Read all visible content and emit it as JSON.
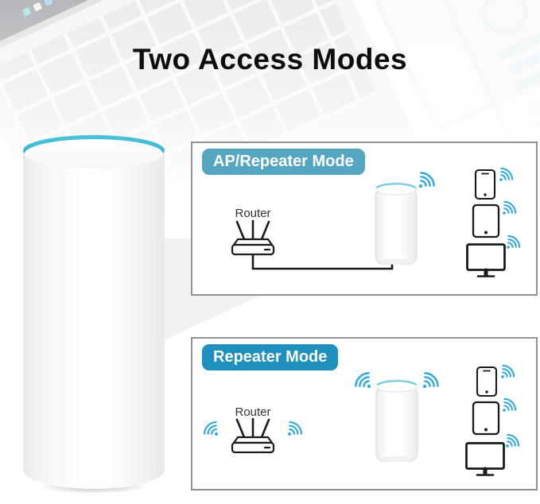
{
  "title": "Two Access Modes",
  "colors": {
    "title-color": "#0d0d0d",
    "wifi": "#2ba9e0",
    "badge-ap": "#55a7c1",
    "badge-repeater": "#1e90be",
    "box-border": "#8e9296",
    "icon-stroke": "#1a1a1a",
    "device-top": "#49c2d8"
  },
  "icons": {
    "wifi": "wifi-signal-arcs",
    "router": "wireless-router-three-antennas",
    "extender": "cylindrical-wifi-extender",
    "smartphone": "smartphone-outline",
    "tablet": "tablet-outline",
    "monitor": "desktop-monitor-outline"
  },
  "modes": [
    {
      "label": "AP/Repeater Mode",
      "router_label": "Router",
      "connection": "wired",
      "devices": [
        "smartphone",
        "tablet",
        "monitor"
      ]
    },
    {
      "label": "Repeater Mode",
      "router_label": "Router",
      "connection": "wireless",
      "devices": [
        "smartphone",
        "tablet",
        "monitor"
      ]
    }
  ]
}
